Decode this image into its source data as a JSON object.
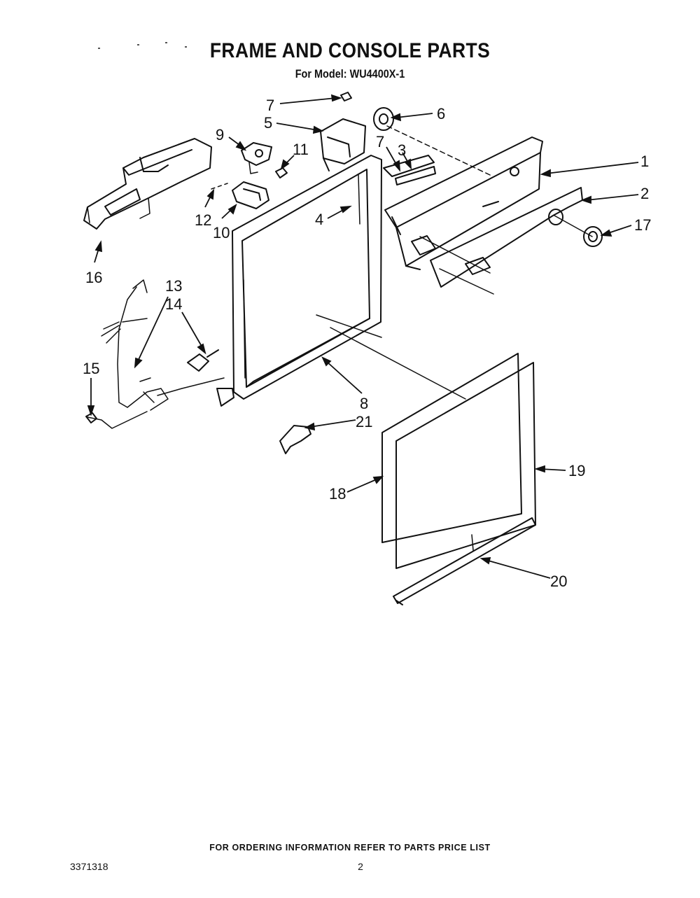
{
  "header": {
    "title": "FRAME AND CONSOLE PARTS",
    "model_line": "For Model: WU4400X-1"
  },
  "callouts": [
    "1",
    "2",
    "3",
    "4",
    "5",
    "6",
    "7",
    "7",
    "8",
    "9",
    "10",
    "11",
    "12",
    "13",
    "14",
    "15",
    "16",
    "17",
    "18",
    "19",
    "20",
    "21"
  ],
  "footer": {
    "ordering_note": "FOR ORDERING INFORMATION REFER TO PARTS PRICE LIST",
    "document_number": "3371318",
    "page_number": "2"
  }
}
